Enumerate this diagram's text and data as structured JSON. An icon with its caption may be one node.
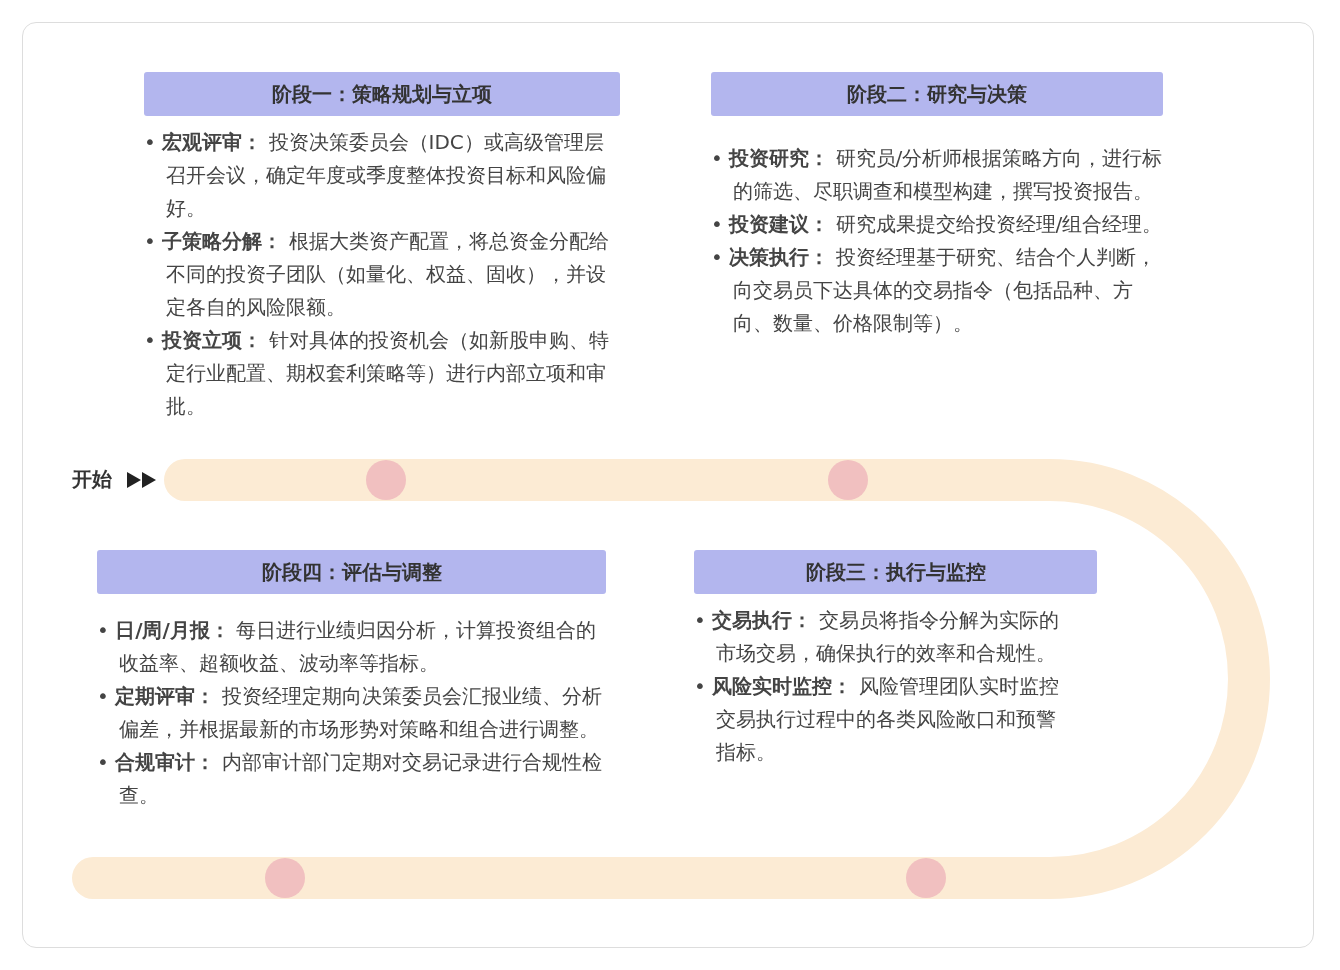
{
  "diagram": {
    "nodes": [
      {
        "text": [
          "阶段一：策略规划与立项",
          "• **宏观评审：** 投资决策委员会（IDC）或高级管理层召开会议，确定年度或季度整体投资目标和风险偏好。",
          "• **子策略分解：** 根据大类资产配置，将总资金分配给不同的投资子团队（如量化、权益、固收），并设定各自的风险限额。",
          "• **投资立项：** 针对具体的投资机会（如新股申购、特定行业配置、期权套利策略等）进行内部立项和审批。"
        ]
      },
      {
        "text": [
          "阶段二：研究与决策",
          "• **投资研究：** 研究员/分析师根据策略方向，进行标的筛选、尽职调查和模型构建，撰写投资报告。",
          "• **投资建议：** 研究成果提交给投资经理/组合经理。",
          "• **决策执行：** 投资经理基于研究、结合个人判断，向交易员下达具体的交易指令（包括品种、方向、数量、价格限制等）。"
        ]
      },
      {
        "text": [
          "阶段四：评估与调整",
          "• **日/周/月报：** 每日进行业绩归因分析，计算投资组合的收益率、超额收益、波动率等指标。",
          "• **定期评审：** 投资经理定期向决策委员会汇报业绩、分析偏差，并根据最新的市场形势对策略和组合进行调整。",
          "• **合规审计：** 内部审计部门定期对交易记录进行合规性检查。"
        ]
      },
      {
        "text": [
          "阶段三：执行与监控",
          "• **交易执行：** 交易员将指令分解为实际的市场交易，确保执行的效率和合规性。",
          "• **风险实时监控：** 风险管理团队实时监控交易执行过程中的各类风险敞口和预警指标。"
        ]
      },
      {
        "text": [],
        "shape": "circle"
      },
      {
        "text": [],
        "shape": "circle"
      },
      {
        "text": [],
        "shape": "circle"
      },
      {
        "text": [],
        "shape": "circle"
      }
    ],
    "labels": [
      "开始"
    ]
  }
}
